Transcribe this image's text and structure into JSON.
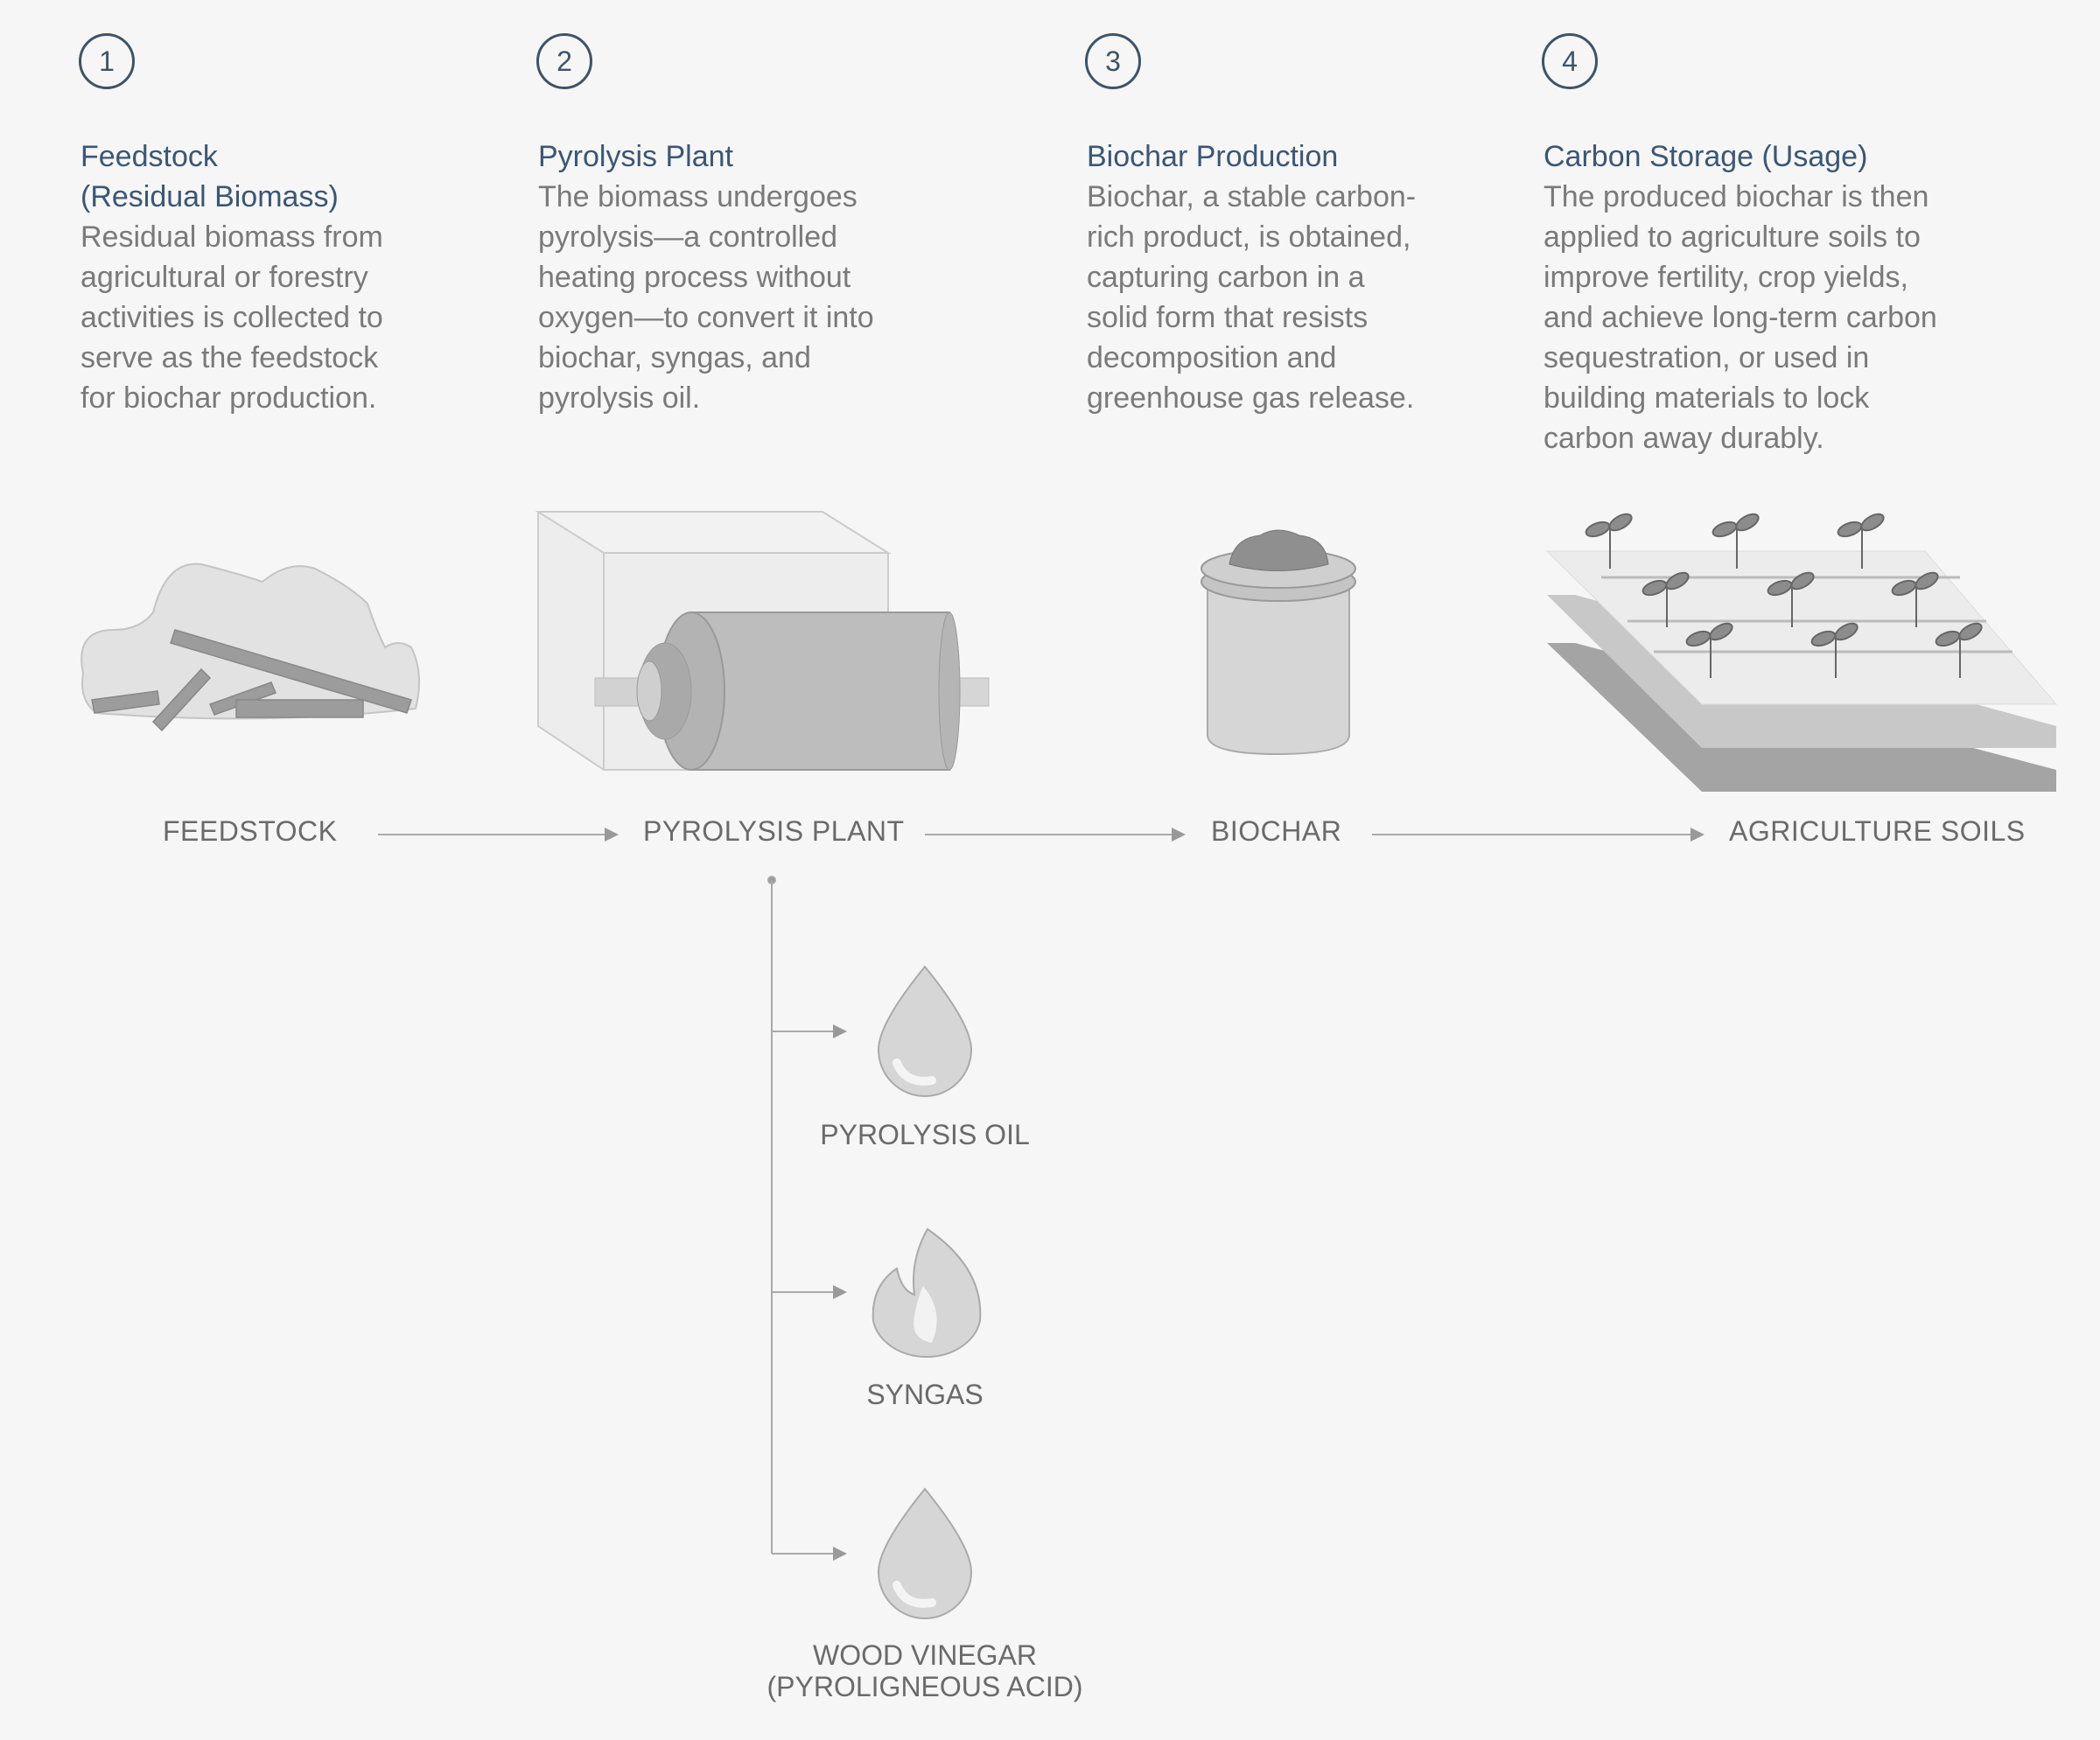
{
  "steps": [
    {
      "number": "1",
      "title_lines": [
        "Feedstock",
        "(Residual Biomass)"
      ],
      "body": [
        "Residual biomass from",
        "agricultural or forestry",
        "activities is collected to",
        "serve as the feedstock",
        "for biochar production."
      ]
    },
    {
      "number": "2",
      "title_lines": [
        "Pyrolysis Plant"
      ],
      "body": [
        "The biomass undergoes",
        "pyrolysis—a controlled",
        "heating process without",
        "oxygen—to convert it into",
        "biochar, syngas, and",
        "pyrolysis oil."
      ]
    },
    {
      "number": "3",
      "title_lines": [
        "Biochar Production"
      ],
      "body": [
        "Biochar, a stable carbon-",
        "rich product, is obtained,",
        "capturing carbon in a",
        "solid form that resists",
        "decomposition and",
        "greenhouse gas release."
      ]
    },
    {
      "number": "4",
      "title_lines": [
        "Carbon Storage (Usage)"
      ],
      "body": [
        "The produced biochar is then",
        "applied to agriculture soils to",
        "improve fertility, crop yields,",
        "and achieve long-term carbon",
        "sequestration, or used in",
        "building materials to lock",
        "carbon away durably."
      ]
    }
  ],
  "flow": [
    "FEEDSTOCK",
    "PYROLYSIS PLANT",
    "BIOCHAR",
    "AGRICULTURE SOILS"
  ],
  "outputs": [
    {
      "label": [
        "PYROLYSIS OIL"
      ],
      "icon": "droplet-icon"
    },
    {
      "label": [
        "SYNGAS"
      ],
      "icon": "flame-icon"
    },
    {
      "label": [
        "WOOD VINEGAR",
        "(PYROLIGNEOUS ACID)"
      ],
      "icon": "droplet-icon"
    }
  ],
  "colors": {
    "title": "#3b5774",
    "body": "#7a7a7a",
    "background": "#f6f6f6"
  }
}
